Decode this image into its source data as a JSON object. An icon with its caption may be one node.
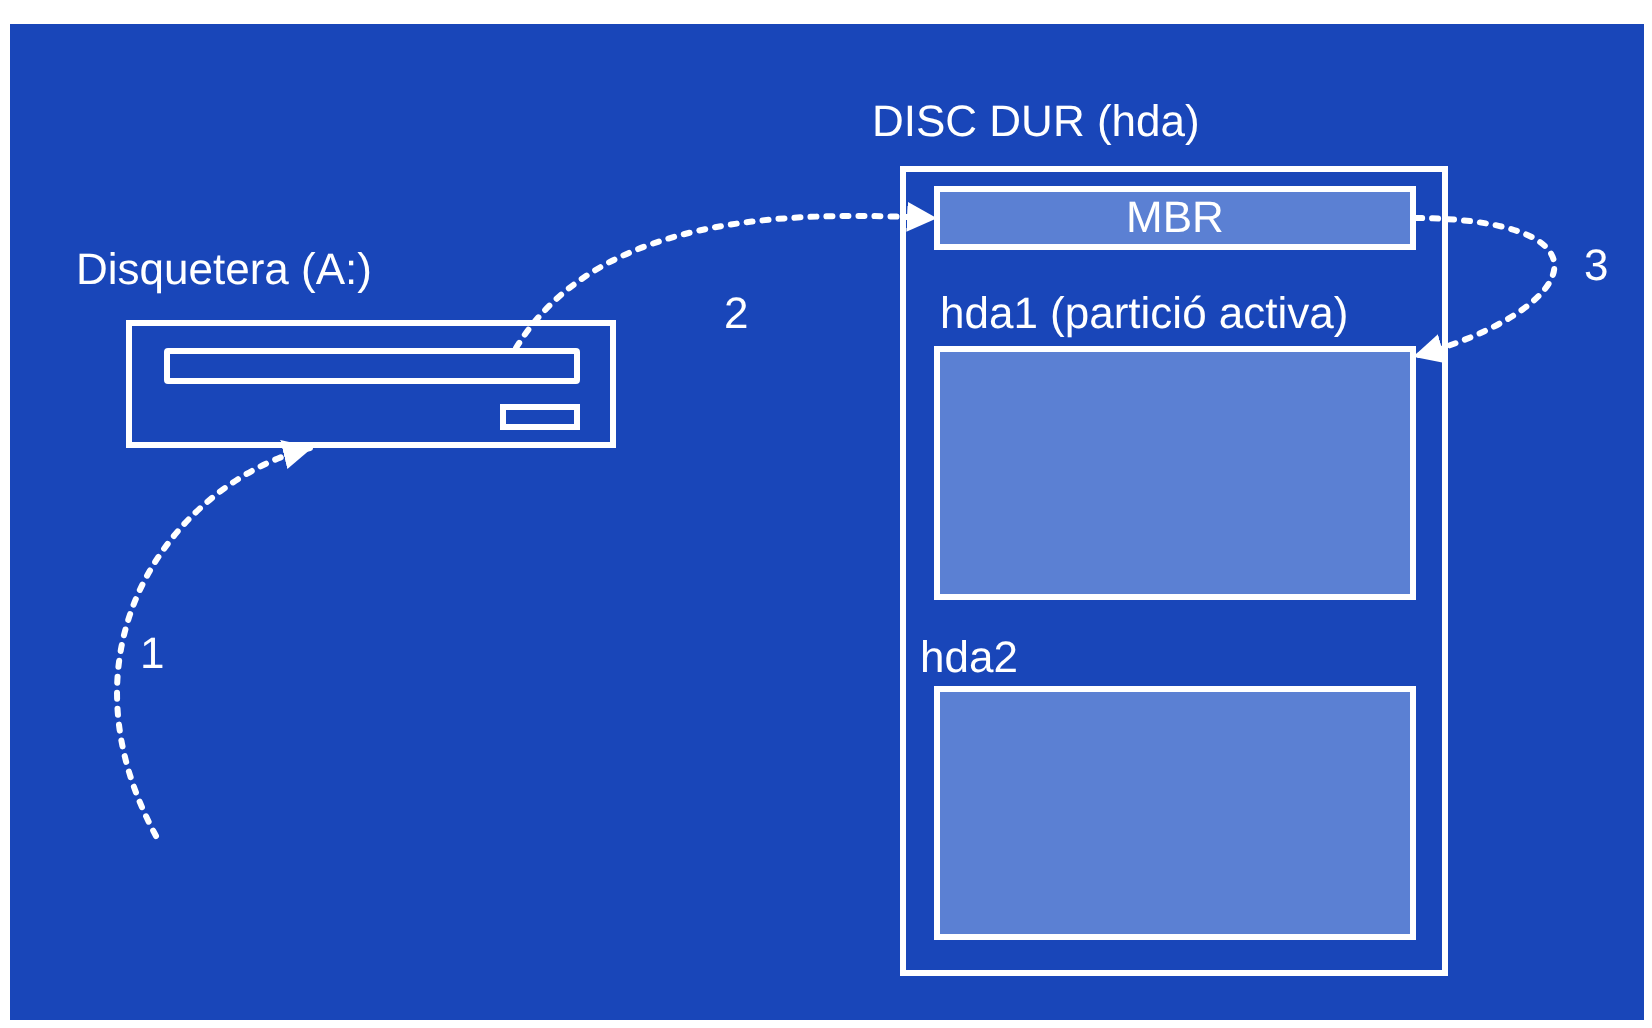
{
  "diagram": {
    "nodes": [
      {
        "text": [
          "Disquetera (A:)"
        ]
      },
      {
        "text": [],
        "shape": "bar",
        "in": 0
      },
      {
        "text": [],
        "shape": "box",
        "in": 0
      },
      {
        "text": [
          "DISC DUR (hda)"
        ]
      },
      {
        "text": [
          "MBR"
        ],
        "in": 3
      },
      {
        "text": [
          "hda1 (partició activa)"
        ],
        "in": 3
      },
      {
        "text": [
          "hda2"
        ],
        "in": 3
      }
    ],
    "edges": [
      {
        "from": null,
        "to": 0,
        "arrow": "to",
        "label": "1",
        "style": "dashed"
      },
      {
        "from": 1,
        "to": 4,
        "arrow": "to",
        "label": "2",
        "style": "dashed"
      },
      {
        "from": 4,
        "to": 5,
        "arrow": "to",
        "label": "3",
        "style": "dashed"
      }
    ]
  }
}
